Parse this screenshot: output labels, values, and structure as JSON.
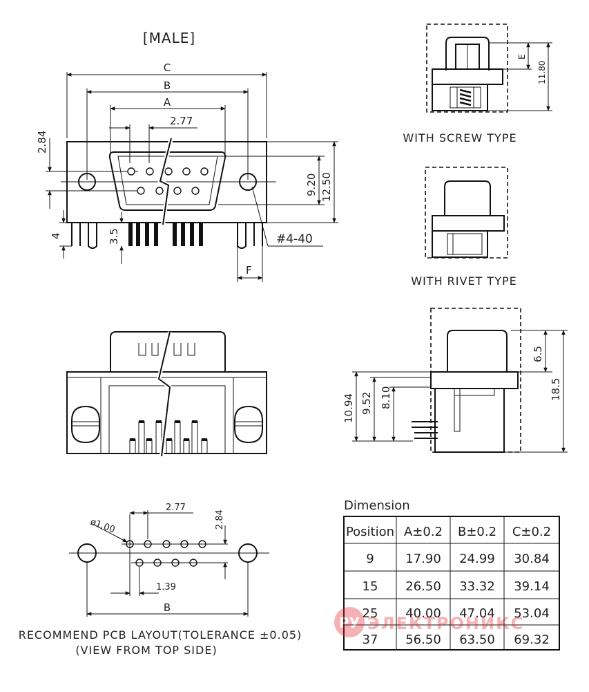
{
  "title": "[MALE]",
  "front_view": {
    "dim_c": "C",
    "dim_b": "B",
    "dim_a": "A",
    "pitch": "2.77",
    "offset": "2.84",
    "h_inner": "9.20",
    "h_outer": "12.50",
    "thread": "#4-40",
    "pin_len": "4",
    "tail": "3.5",
    "dim_f": "F"
  },
  "screw_view": {
    "dim_e": "E",
    "height": "11.80",
    "caption": "WITH SCREW TYPE"
  },
  "rivet_view": {
    "caption": "WITH RIVET TYPE"
  },
  "side_view": {
    "d1": "10.94",
    "d2": "9.52",
    "d3": "8.10",
    "d4": "6.5",
    "d5": "18.5"
  },
  "pcb_layout": {
    "hole_dia": "ø1.00",
    "pitch": "2.77",
    "row_offset": "2.84",
    "stagger": "1.39",
    "dim_b": "B",
    "caption_line1": "RECOMMEND PCB LAYOUT(TOLERANCE ±0.05)",
    "caption_line2": "(VIEW FROM TOP SIDE)"
  },
  "dimension_table": {
    "title": "Dimension",
    "headers": [
      "Position",
      "A±0.2",
      "B±0.2",
      "C±0.2"
    ],
    "rows": [
      [
        "9",
        "17.90",
        "24.99",
        "30.84"
      ],
      [
        "15",
        "26.50",
        "33.32",
        "39.14"
      ],
      [
        "25",
        "40.00",
        "47.04",
        "53.04"
      ],
      [
        "37",
        "56.50",
        "63.50",
        "69.32"
      ]
    ]
  },
  "watermark": {
    "logo": "РУ",
    "text": "ЭЛЕКТРОНИКС",
    "color": "#e8232b"
  }
}
